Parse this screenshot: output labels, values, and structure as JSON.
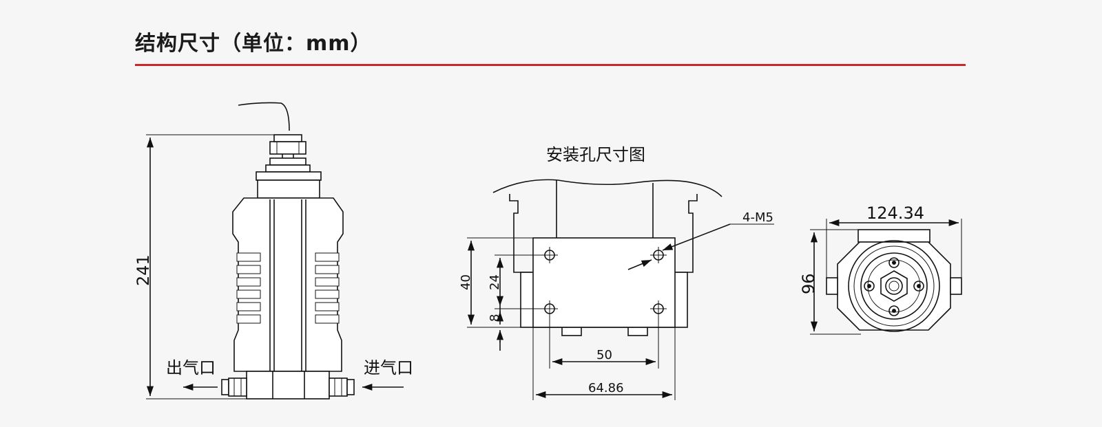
{
  "heading": "结构尺寸（单位：mm）",
  "accent_color": "#c8282c",
  "side_view": {
    "height_dim": "241",
    "outlet_label": "出气口",
    "inlet_label": "进气口"
  },
  "mount_view": {
    "title": "安装孔尺寸图",
    "hole_callout": "4-M5",
    "dim_40": "40",
    "dim_24": "24",
    "dim_8": "8",
    "dim_50": "50",
    "dim_6486": "64.86"
  },
  "top_view": {
    "width_dim": "124.34",
    "height_dim": "96"
  }
}
